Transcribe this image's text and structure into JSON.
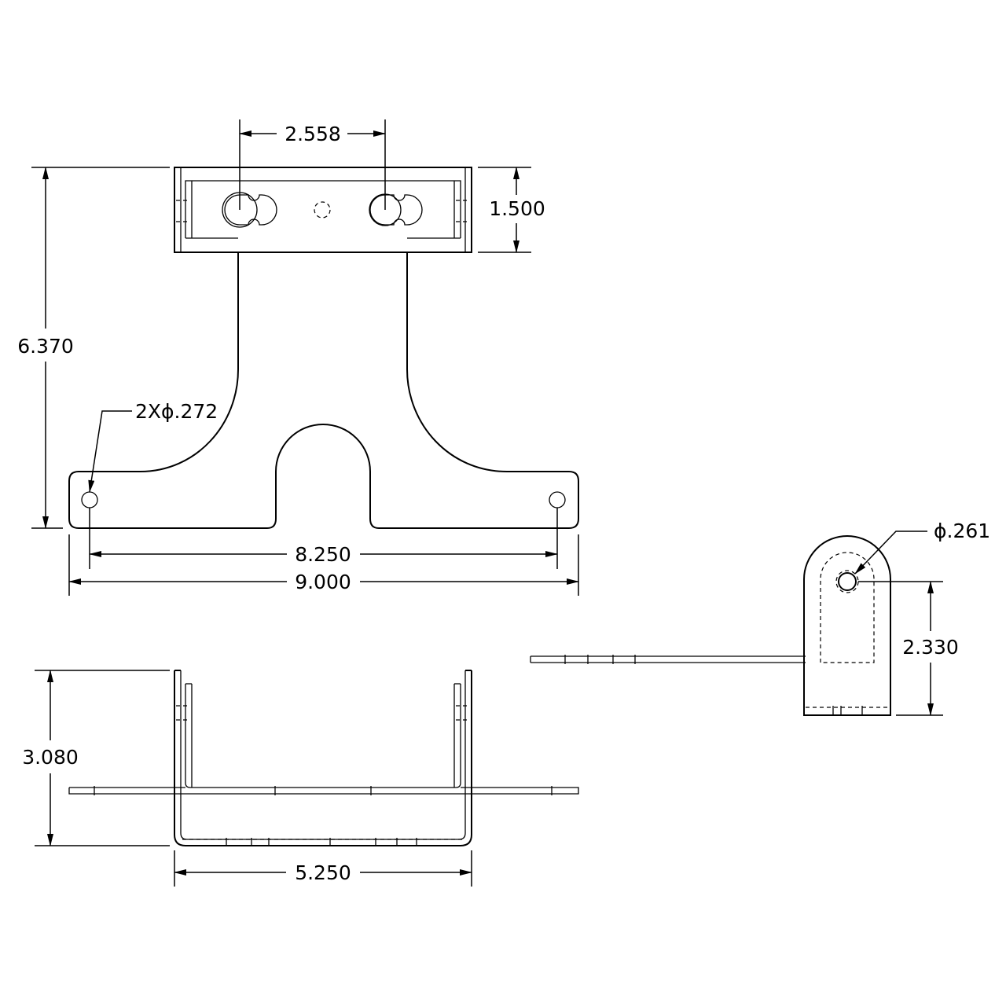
{
  "dimensions": {
    "slot_spacing": "2.558",
    "flange_height": "1.500",
    "overall_height": "6.370",
    "mount_holes": "2Xϕ.272",
    "hole_spacing": "8.250",
    "overall_width": "9.000",
    "pivot_hole": "ϕ.261",
    "pivot_height": "2.330",
    "bend_depth": "3.080",
    "channel_width": "5.250"
  }
}
